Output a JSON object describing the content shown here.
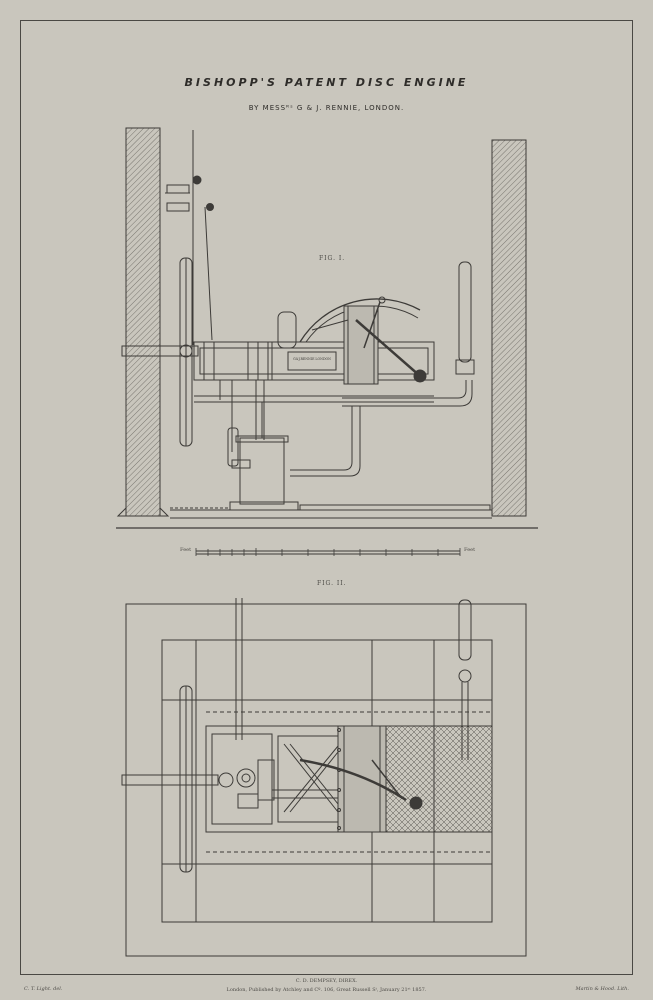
{
  "plate": {
    "title": "BISHOPP'S PATENT DISC ENGINE",
    "subtitle": "BY MESSᴿˢ G & J. RENNIE, LONDON.",
    "fig1_label": "FIG. I.",
    "fig2_label": "FIG. II.",
    "scale_left_label": "Feet",
    "scale_right_label": "Feet",
    "maker_plate": "G&J.RENNIE LONDON",
    "footer_center_top": "C. D. DEMPSEY, DIREX.",
    "footer_center_bottom": "London, Published by Atchley and Cº. 106, Great Russell Sᵗ, January 21ˢᵗ 1857.",
    "footer_left": "C. T. Light. del.",
    "footer_right": "Martin & Hood. Lith."
  },
  "colors": {
    "paper": "#c9c6bd",
    "ink": "#3a3835"
  }
}
